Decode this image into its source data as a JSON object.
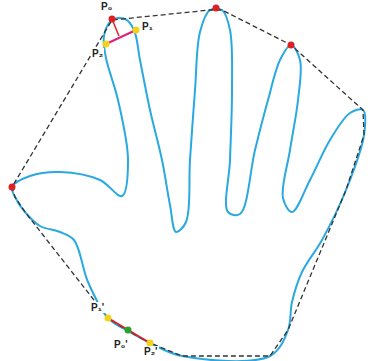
{
  "diagram": {
    "labels": [
      "P₀",
      "P₁",
      "P₂",
      "P₁'",
      "P₀'",
      "P₂'"
    ]
  }
}
